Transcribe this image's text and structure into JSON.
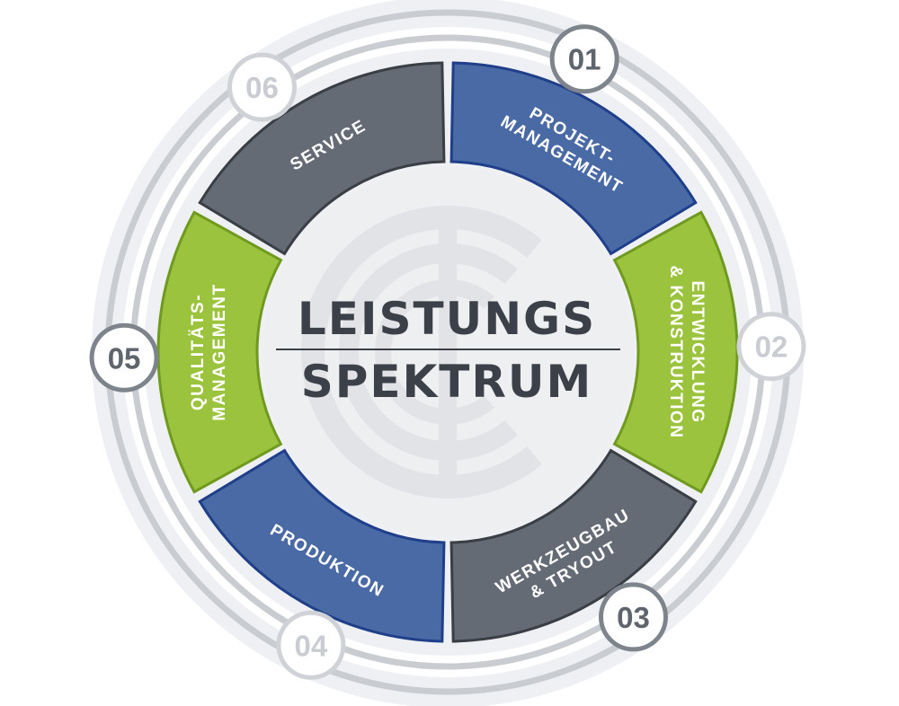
{
  "title": {
    "line1": "LEISTUNGS",
    "line2": "SPEKTRUM"
  },
  "colors": {
    "blue": "#4a6aa5",
    "blue_border": "#1f3f8a",
    "gray": "#646b75",
    "gray_border": "#3a3f46",
    "green": "#9bc33d",
    "green_border": "#6f9a1f",
    "ring_light": "#eef0f3",
    "ring_mid": "#c9ccd1",
    "center_bg": "#eeeff1",
    "center_mark": "#e1e3e7",
    "badge_dark_stroke": "#7e848c",
    "badge_dark_text": "#5f656d",
    "badge_light_stroke": "#cfd2d7",
    "badge_light_text": "#c9ccd1"
  },
  "segments": [
    {
      "id": "projektmanagement",
      "number": "01",
      "lines": [
        "PROJEKT-",
        "MANAGEMENT"
      ],
      "color": "blue",
      "number_tone": "dark"
    },
    {
      "id": "entwicklung-konstruktion",
      "number": "02",
      "lines": [
        "ENTWICKLUNG",
        "& KONSTRUKTION"
      ],
      "color": "green",
      "number_tone": "light"
    },
    {
      "id": "werkzeugbau-tryout",
      "number": "03",
      "lines": [
        "WERKZEUGBAU",
        "& TRYOUT"
      ],
      "color": "gray",
      "number_tone": "dark"
    },
    {
      "id": "produktion",
      "number": "04",
      "lines": [
        "PRODUKTION"
      ],
      "color": "blue",
      "number_tone": "light"
    },
    {
      "id": "qualitaetsmanagement",
      "number": "05",
      "lines": [
        "QUALITÄTS-",
        "MANAGEMENT"
      ],
      "color": "green",
      "number_tone": "dark"
    },
    {
      "id": "service",
      "number": "06",
      "lines": [
        "SERVICE"
      ],
      "color": "gray",
      "number_tone": "light"
    }
  ]
}
